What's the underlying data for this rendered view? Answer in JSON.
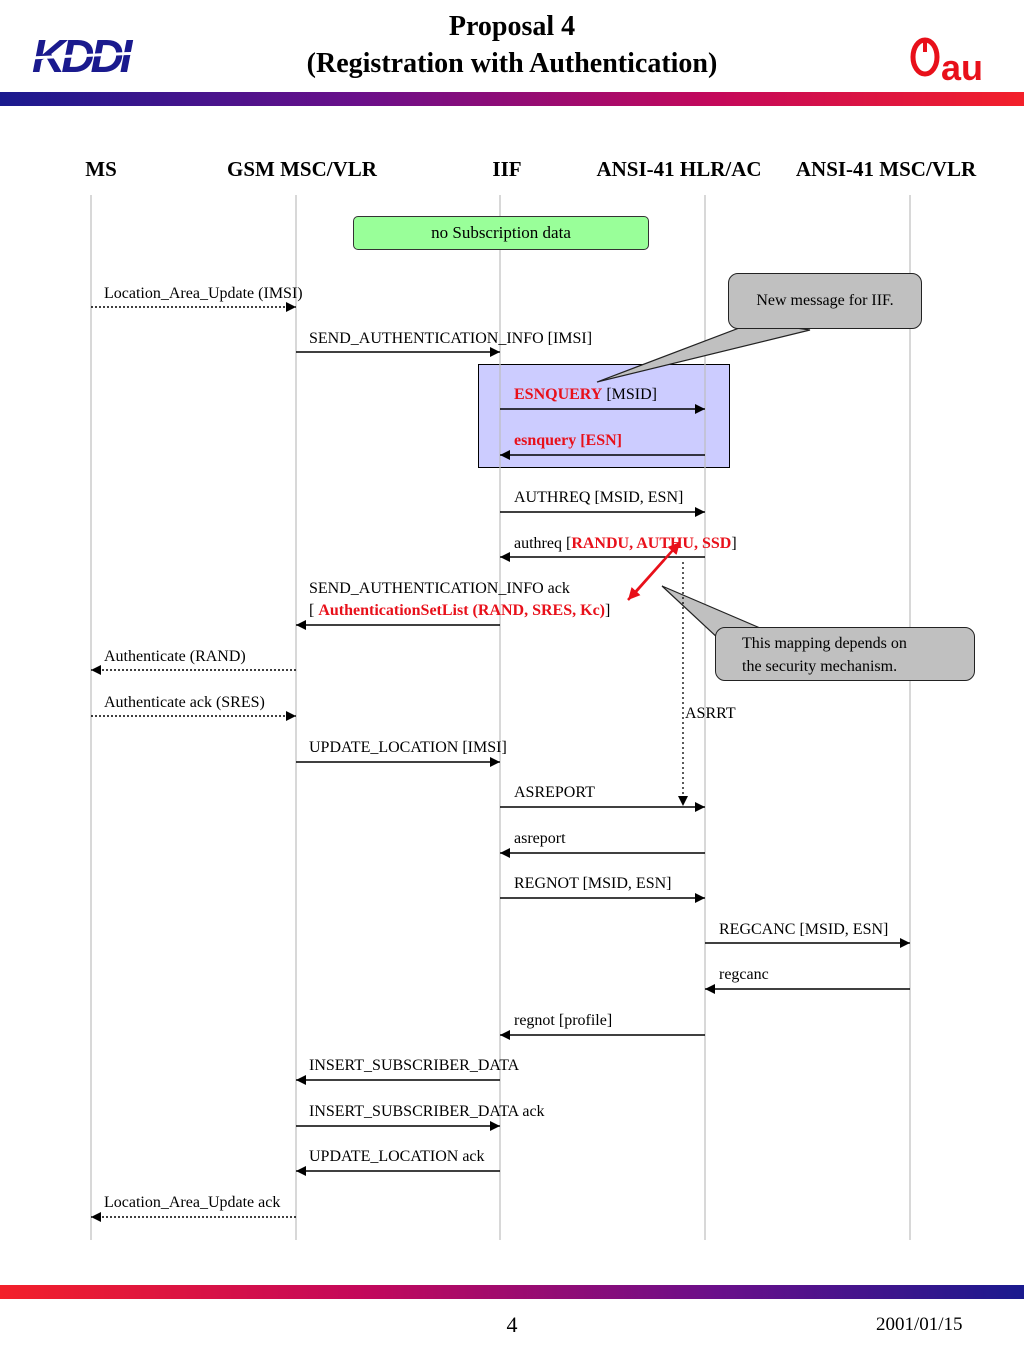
{
  "title": {
    "line1": "Proposal 4",
    "line2": "(Registration with Authentication)"
  },
  "logos": {
    "left": "KDDI",
    "right": "au"
  },
  "colors": {
    "accent_red": "#e8101a",
    "note_fill": "#c0c0c0",
    "subscription_box_fill": "#99ff99",
    "esn_box_fill": "#ccccff",
    "brand_blue": "#1a1a8e"
  },
  "entities": [
    "MS",
    "GSM MSC/VLR",
    "IIF",
    "ANSI-41 HLR/AC",
    "ANSI-41 MSC/VLR"
  ],
  "subscription_box": "no Subscription data",
  "notes": {
    "new_message": "New message for IIF.",
    "mapping_line1": "This mapping depends on",
    "mapping_line2": "the security mechanism."
  },
  "messages": {
    "lau": "Location_Area_Update (IMSI)",
    "sai": "SEND_AUTHENTICATION_INFO [IMSI]",
    "esnquery_name": "ESNQUERY",
    "esnquery_params": " [MSID]",
    "esnquery_resp": "esnquery [ESN]",
    "authreq": "AUTHREQ [MSID, ESN]",
    "authreq_resp_prefix": "authreq [",
    "authreq_resp_red": "RANDU, AUTHU, SSD",
    "authreq_resp_suffix": "]",
    "sai_ack_line1": "SEND_AUTHENTICATION_INFO ack",
    "sai_ack_prefix": "[ ",
    "sai_ack_red": "AuthenticationSetList (RAND, SRES, Kc)",
    "sai_ack_suffix": "]",
    "authenticate": "Authenticate (RAND)",
    "authenticate_ack": "Authenticate ack (SRES)",
    "asrrt": "ASRRT",
    "update_location": "UPDATE_LOCATION [IMSI]",
    "asreport": "ASREPORT",
    "asreport_resp": "asreport",
    "regnot": "REGNOT [MSID, ESN]",
    "regcanc": "REGCANC [MSID, ESN]",
    "regcanc_resp": "regcanc",
    "regnot_resp": "regnot [profile]",
    "isd": "INSERT_SUBSCRIBER_DATA",
    "isd_ack": "INSERT_SUBSCRIBER_DATA ack",
    "ul_ack": "UPDATE_LOCATION ack",
    "lau_ack": "Location_Area_Update ack"
  },
  "footer": {
    "page": "4",
    "date": "2001/01/15"
  }
}
